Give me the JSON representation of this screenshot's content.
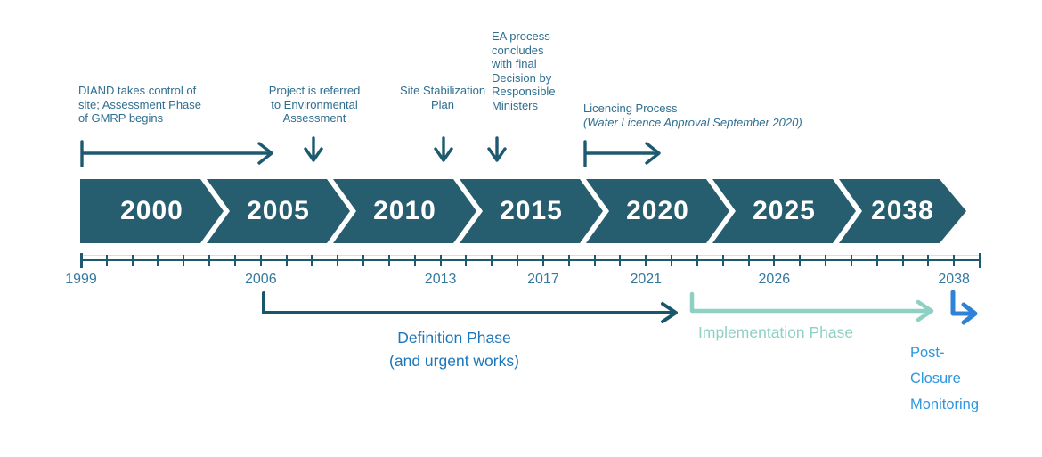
{
  "colors": {
    "background": "#ffffff",
    "chevron": "#275e6f",
    "annotation_text": "#2e6e8f",
    "annotation_arrow": "#1d5a70",
    "axis": "#1d5a70",
    "axis_label": "#35789f",
    "definition_arrow": "#17566b",
    "definition_text": "#1b76bb",
    "implementation": "#8fd0c5",
    "post_closure_arrow": "#2e82d7",
    "post_closure_text": "#2d97e0"
  },
  "annotations": [
    {
      "id": "diand-takes-control",
      "lines": [
        "DIAND takes control of",
        "site; Assessment Phase",
        "of GMRP begins"
      ],
      "arrow": "range-right"
    },
    {
      "id": "ea-referral",
      "lines": [
        "Project is referred",
        "to Environmental",
        "Assessment"
      ],
      "arrow": "down"
    },
    {
      "id": "site-stabilization-plan",
      "lines": [
        "Site Stabilization",
        "Plan"
      ],
      "arrow": "down"
    },
    {
      "id": "ea-concludes",
      "lines": [
        "EA process",
        "concludes",
        "with final",
        "Decision by",
        "Responsible",
        "Ministers"
      ],
      "arrow": "down"
    },
    {
      "id": "licencing-process",
      "lines": [
        "Licencing Process",
        "(Water Licence Approval September 2020)"
      ],
      "arrow": "range-right"
    }
  ],
  "timeline": {
    "years": [
      "2000",
      "2005",
      "2010",
      "2015",
      "2020",
      "2025",
      "2038"
    ]
  },
  "axis": {
    "tick_count": 36,
    "labels": [
      {
        "text": "1999",
        "pos_pct": 0
      },
      {
        "text": "2006",
        "pos_pct": 20.0
      },
      {
        "text": "2013",
        "pos_pct": 40.0
      },
      {
        "text": "2017",
        "pos_pct": 51.43
      },
      {
        "text": "2021",
        "pos_pct": 62.86
      },
      {
        "text": "2026",
        "pos_pct": 77.14
      },
      {
        "text": "2038",
        "pos_pct": 97.14
      }
    ]
  },
  "phases": [
    {
      "id": "definition",
      "label_lines": [
        "Definition Phase",
        "(and urgent works)"
      ]
    },
    {
      "id": "implementation",
      "label": "Implementation Phase"
    },
    {
      "id": "post-closure",
      "label_lines": [
        "Post-",
        "Closure",
        "Monitoring"
      ]
    }
  ]
}
